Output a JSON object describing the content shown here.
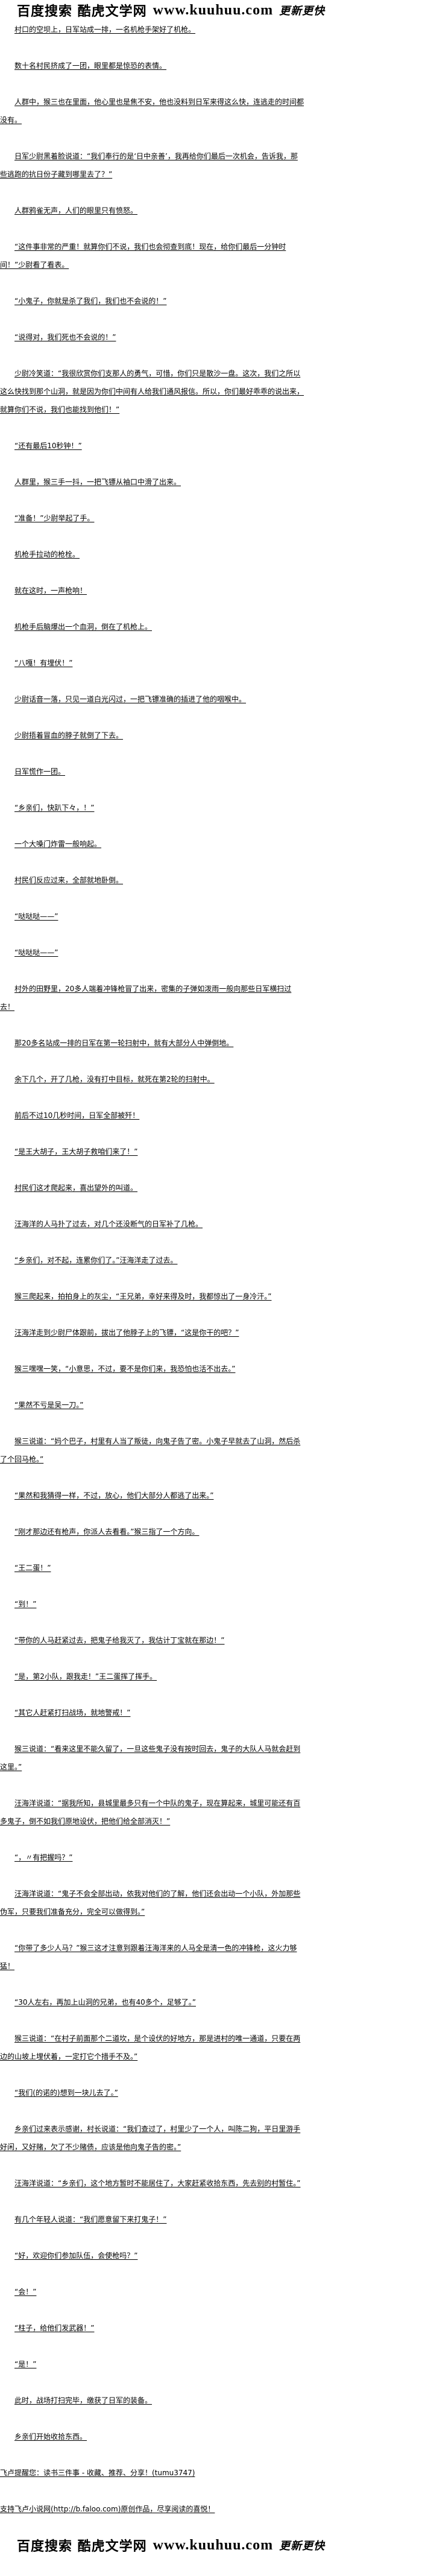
{
  "banner": {
    "brand": "百度搜索 酷虎文学网",
    "url": "www.kuuhuu.com",
    "slogan": "更新更快"
  },
  "paragraphs": [
    "村口的空坝上，日军站成一排，一名机枪手架好了机枪。",
    "数十名村民挤成了一团，眼里都是惊恐的表情。",
    "人群中，猴三也在里面，他心里也是焦不安，他也没料到日军来得这么快，连逃走的时间都没有。",
    "日军少尉黑着脸说道：“我们奉行的是‘日中亲善’，我再给你们最后一次机会，告诉我，那些逃跑的抗日份子藏到哪里去了？”",
    "人群鸦雀无声，人们的眼里只有愤怒。",
    "“这件事非常的严重！就算你们不说，我们也会彻查到底！现在，给你们最后一分钟时间！”少尉看了看表。",
    "“小鬼子，你就是杀了我们，我们也不会说的！”",
    "“说得对，我们死也不会说的！”",
    "少尉冷笑道：“我很欣赏你们支那人的勇气，可惜，你们只是散沙一盘。这次，我们之所以这么快找到那个山洞，就是因为你们中间有人给我们通风报信。所以，你们最好乖乖的说出来，就算你们不说，我们也能找到他们！”",
    "“还有最后10秒钟！”",
    "人群里，猴三手一抖，一把飞镖从袖口中滑了出来。",
    "“准备！”少尉举起了手。",
    "机枪手拉动的枪栓。",
    "就在这时，一声枪响！",
    "机枪手后脑爆出一个血洞，倒在了机枪上。",
    "“八嘎！有埋伏！”",
    "少尉话音一落，只见一道白光闪过，一把飞镖准确的插进了他的咽喉中。",
    "少尉捂着冒血的脖子就倒了下去。",
    "日军慌作一团。",
    "“乡亲们，快趴下々，！”",
    "一个大嗓门炸雷一般响起。",
    "村民们反应过来，全部就地卧倒。",
    "“哒哒哒——”",
    "“哒哒哒——”",
    "村外的田野里，20多人端着冲锋枪冒了出来，密集的子弹如泼雨一般向那些日军横扫过去！",
    "那20多名站成一排的日军在第一轮扫射中，就有大部分人中弹倒地。",
    "余下几个，开了几枪，没有打中目标，就死在第2轮的扫射中。",
    "前后不过10几秒时间，日军全部被歼！",
    "“是王大胡子，王大胡子救咱们来了！”",
    "村民们这才爬起来，喜出望外的叫道。",
    "汪海洋的人马扑了过去，对几个还没断气的日军补了几枪。",
    "“乡亲们，对不起，连累你们了。”汪海洋走了过去。",
    "猴三爬起来，拍拍身上的灰尘，“王兄弟，幸好来得及时，我都惊出了一身冷汗。”",
    "汪海洋走到少尉尸体跟前，拔出了他脖子上的飞镖，“这是你干的吧？”",
    "猴三嘿嘿一笑，“小意思，不过，要不是你们来，我恐怕也活不出去。”",
    "“果然不亏是吴一刀。”",
    "猴三说道：“妈个巴子，村里有人当了叛徒，向鬼子告了密。小鬼子早就去了山洞，然后杀了个回马枪。”",
    "“果然和我猜得一样，不过，放心，他们大部分人都逃了出来。”",
    "“刚才那边还有枪声，你派人去看看。”猴三指了一个方向。",
    "“王二蛋！”",
    "“到！”",
    "“带你的人马赶紧过去，把鬼子给我灭了，我估计丁宝就在那边！”",
    "“是，第2小队，跟我走！”王二蛋挥了挥手。",
    "“其它人赶紧打扫战场，就地警戒！”",
    "猴三说道：“看来这里不能久留了，一旦这些鬼子没有按时回去，鬼子的大队人马就会赶到这里。”",
    "汪海洋说道：“据我所知，县城里最多只有一个中队的鬼子，现在算起来，城里可能还有百多鬼子，倒不如我们原地设伏，把他们给全部消灭！”",
    "“，〃有把握吗？”",
    "汪海洋说道：“鬼子不会全部出动，依我对他们的了解，他们还会出动一个小队，外加那些伪军，只要我们准备充分，完全可以做得到。”",
    "“你带了多少人马？”猴三这才注意到跟着汪海洋来的人马全是清一色的冲锋枪，这火力够猛！",
    "“30人左右，再加上山洞的兄弟，也有40多个，足够了。”",
    "猴三说道：“在村子前面那个二道坎，是个设伏的好地方，那是进村的唯一通道，只要在两边的山坡上埋伏着，一定打它个措手不及。”",
    "“我们(的诺的)想到一块儿去了。”",
    "乡亲们过来表示感谢，村长说道：“我们查过了，村里少了一个人，叫陈二狗，平日里游手好闲，又好赌，欠了不少赌债，应该是他向鬼子告的密。”",
    "汪海洋说道：“乡亲们，这个地方暂时不能居住了，大家赶紧收拾东西，先去别的村暂住。”",
    "有几个年轻人说道：“我们愿意留下来打鬼子！”",
    "“好，欢迎你们参加队伍，会使枪吗？”",
    "“会！”",
    "“柱子，给他们发武器！”",
    "“是！”",
    "此时，战场打扫完毕，缴获了日军的装备。",
    "乡亲们开始收拾东西。"
  ],
  "footer": {
    "reminder": "飞卢提醒您：读书三件事 - 收藏、推荐、分享！(tumu3747)",
    "support": "支持飞卢小说网(http://b.faloo.com)原创作品，尽享阅读的喜悦！"
  }
}
